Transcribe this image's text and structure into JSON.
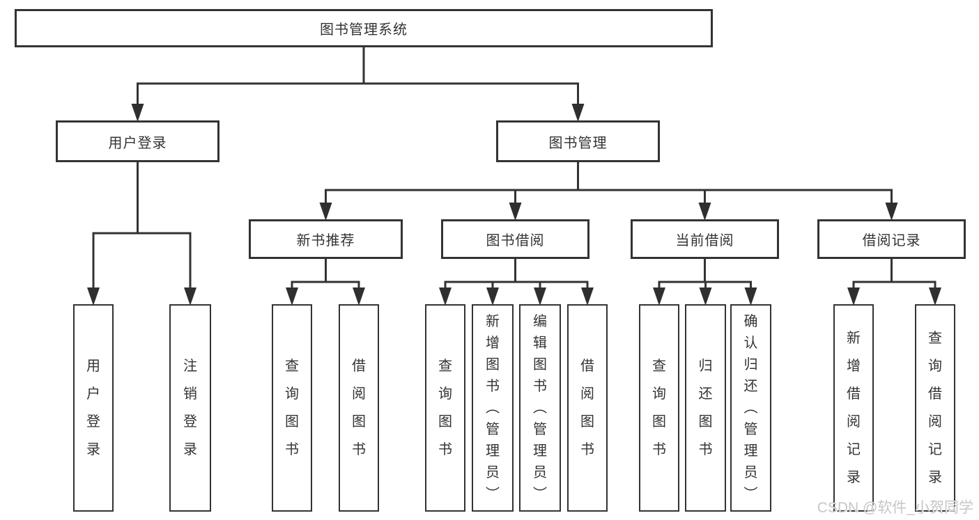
{
  "diagram": {
    "title": "图书管理系统",
    "nodes": [
      {
        "id": "root",
        "label": "图书管理系统",
        "parent": null,
        "text_direction": "horizontal"
      },
      {
        "id": "user-login",
        "label": "用户登录",
        "parent": "root",
        "text_direction": "horizontal"
      },
      {
        "id": "book-mgmt",
        "label": "图书管理",
        "parent": "root",
        "text_direction": "horizontal"
      },
      {
        "id": "new-book-rec",
        "label": "新书推荐",
        "parent": "book-mgmt",
        "text_direction": "horizontal"
      },
      {
        "id": "book-borrow",
        "label": "图书借阅",
        "parent": "book-mgmt",
        "text_direction": "horizontal"
      },
      {
        "id": "current-borrow",
        "label": "当前借阅",
        "parent": "book-mgmt",
        "text_direction": "horizontal"
      },
      {
        "id": "borrow-record",
        "label": "借阅记录",
        "parent": "book-mgmt",
        "text_direction": "horizontal"
      },
      {
        "id": "ul-login",
        "label": "用户登录",
        "parent": "user-login",
        "text_direction": "vertical"
      },
      {
        "id": "ul-logout",
        "label": "注销登录",
        "parent": "user-login",
        "text_direction": "vertical"
      },
      {
        "id": "nbr-query",
        "label": "查询图书",
        "parent": "new-book-rec",
        "text_direction": "vertical"
      },
      {
        "id": "nbr-borrow",
        "label": "借阅图书",
        "parent": "new-book-rec",
        "text_direction": "vertical"
      },
      {
        "id": "bb-query",
        "label": "查询图书",
        "parent": "book-borrow",
        "text_direction": "vertical"
      },
      {
        "id": "bb-add",
        "label": "新增图书（管理员）",
        "parent": "book-borrow",
        "text_direction": "vertical"
      },
      {
        "id": "bb-edit",
        "label": "编辑图书（管理员）",
        "parent": "book-borrow",
        "text_direction": "vertical"
      },
      {
        "id": "bb-borrow",
        "label": "借阅图书",
        "parent": "book-borrow",
        "text_direction": "vertical"
      },
      {
        "id": "cb-query",
        "label": "查询图书",
        "parent": "current-borrow",
        "text_direction": "vertical"
      },
      {
        "id": "cb-return",
        "label": "归还图书",
        "parent": "current-borrow",
        "text_direction": "vertical"
      },
      {
        "id": "cb-confirm",
        "label": "确认归还（管理员）",
        "parent": "current-borrow",
        "text_direction": "vertical"
      },
      {
        "id": "br-add",
        "label": "新增借阅记录",
        "parent": "borrow-record",
        "text_direction": "vertical"
      },
      {
        "id": "br-query",
        "label": "查询借阅记录",
        "parent": "borrow-record",
        "text_direction": "vertical"
      }
    ]
  },
  "watermark": {
    "text": "CSDN @软件_小贺同学"
  },
  "colors": {
    "line": "#333333",
    "arrow": "#2f2f2f",
    "border": "#333333",
    "text": "#333333",
    "background": "#ffffff",
    "watermark": "#c6c6c6"
  }
}
